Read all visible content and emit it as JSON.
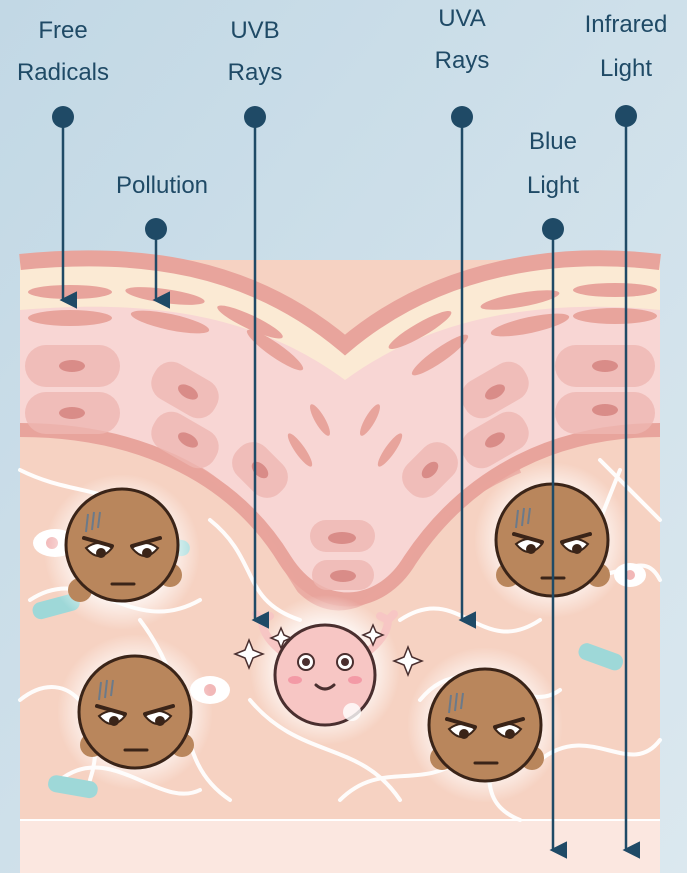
{
  "labels": {
    "free_radicals": [
      "Free",
      "Radicals"
    ],
    "uvb": [
      "UVB",
      "Rays"
    ],
    "uva": [
      "UVA",
      "Rays"
    ],
    "infrared": [
      "Infrared",
      "Light"
    ],
    "pollution": "Pollution",
    "blue_light": [
      "Blue",
      "Light"
    ]
  },
  "colors": {
    "background": "#cfe0ea",
    "pointer_line": "#1f4a66",
    "label_text": "#1f4a66",
    "skin_surface": "#e8a49c",
    "epidermis_yellow": "#fbead4",
    "epidermis_pink": "#f8d6d4",
    "dermis": "#f6d2c2",
    "base_layer": "#fbe7e0",
    "collagen_fiber": "#ffffff",
    "free_radical_face": "#b9865c",
    "healthy_cell": "#f7c6c4"
  }
}
